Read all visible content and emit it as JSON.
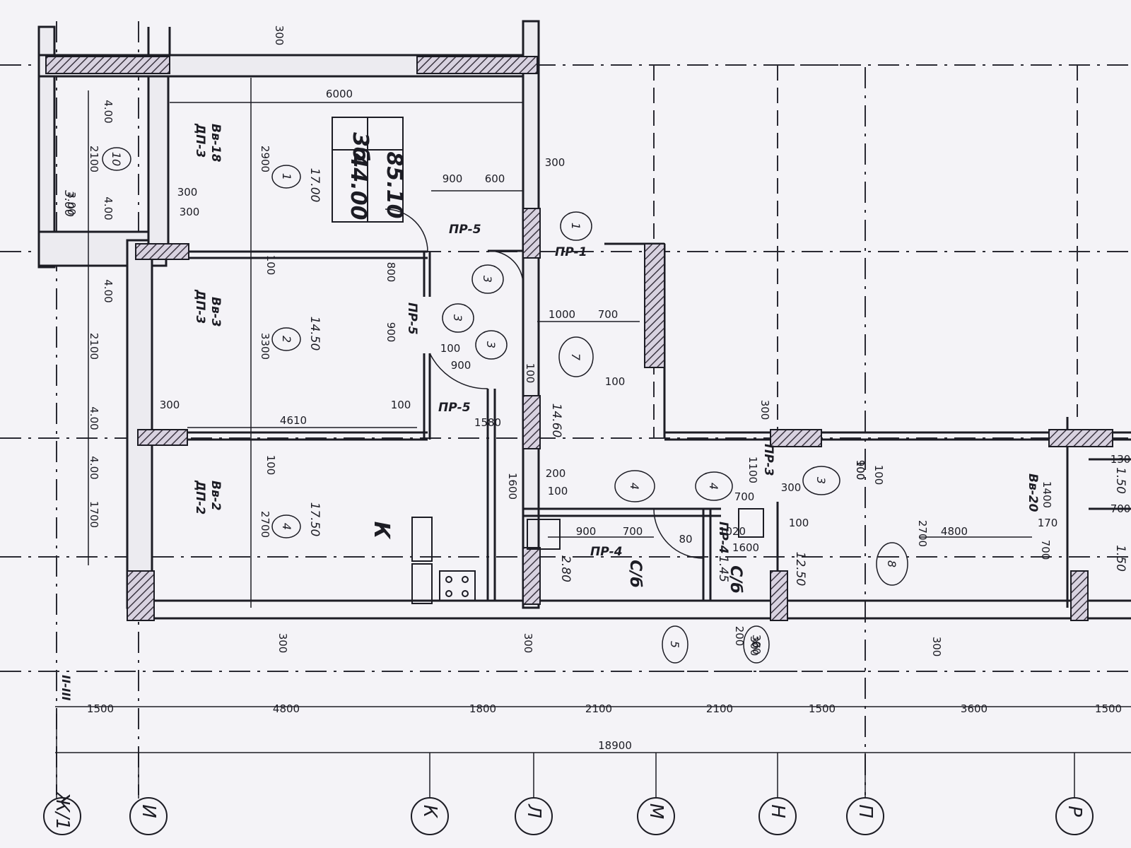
{
  "apartment": {
    "rooms_count": "3б",
    "total_area": "85.10",
    "living_area": "44.00"
  },
  "room_numbers": [
    "1",
    "2",
    "3",
    "3",
    "3",
    "4",
    "4",
    "4",
    "5",
    "6",
    "7",
    "8",
    "10"
  ],
  "room_areas": [
    "17.00",
    "14.50",
    "17.50",
    "14.60",
    "2.80",
    "1.45",
    "12.50",
    "3.00",
    "1.50",
    "1.50"
  ],
  "room_labels": {
    "kitchen": "К",
    "bathroom_1": "С/б",
    "bathroom_2": "С/б"
  },
  "openings": [
    "ПР-5",
    "ПР-5",
    "ПР-5",
    "ПР-1",
    "ПР-4",
    "ПР-4",
    "ПР-3",
    "Вв-18",
    "ДП-3",
    "Вв-3",
    "ДП-3",
    "Вв-2",
    "ДП-2",
    "Вв-20"
  ],
  "inner_dims": [
    "300",
    "6000",
    "2900",
    "900",
    "600",
    "300",
    "300",
    "300",
    "4.00",
    "2100",
    "4.00",
    "3.00",
    "800",
    "100",
    "900",
    "100",
    "3300",
    "1000",
    "700",
    "100",
    "900",
    "100",
    "1580",
    "100",
    "4610",
    "300",
    "4.00",
    "2100",
    "4.00",
    "4.00",
    "1700",
    "100",
    "2700",
    "200",
    "100",
    "1600",
    "900",
    "700",
    "80",
    "1020",
    "1600",
    "100",
    "300",
    "1100",
    "300",
    "700",
    "100",
    "900",
    "100",
    "2700",
    "4800",
    "1400",
    "170",
    "700",
    "130",
    "700",
    "300",
    "300",
    "300",
    "300",
    "200",
    "300"
  ],
  "bottom_dims": {
    "segments": [
      "1500",
      "4800",
      "1800",
      "2100",
      "2100",
      "1500",
      "3600",
      "1500"
    ],
    "total": "18900"
  },
  "axes": [
    "Ж/1",
    "И",
    "К",
    "Л",
    "М",
    "Н",
    "П",
    "Р"
  ],
  "section_mark": "II-III"
}
